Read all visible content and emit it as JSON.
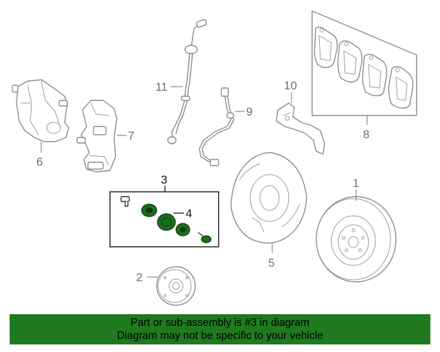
{
  "labels": {
    "p1": "1",
    "p2": "2",
    "p3": "3",
    "p4": "4",
    "p5": "5",
    "p6": "6",
    "p7": "7",
    "p8": "8",
    "p9": "9",
    "p10": "10",
    "p11": "11"
  },
  "banner": {
    "line1": "Part or sub-assembly is #3 in diagram",
    "line2": "Diagram may not be specific to your vehicle"
  },
  "colors": {
    "highlight": "#1f7a1f",
    "part_lines": "#8a8a8a"
  }
}
